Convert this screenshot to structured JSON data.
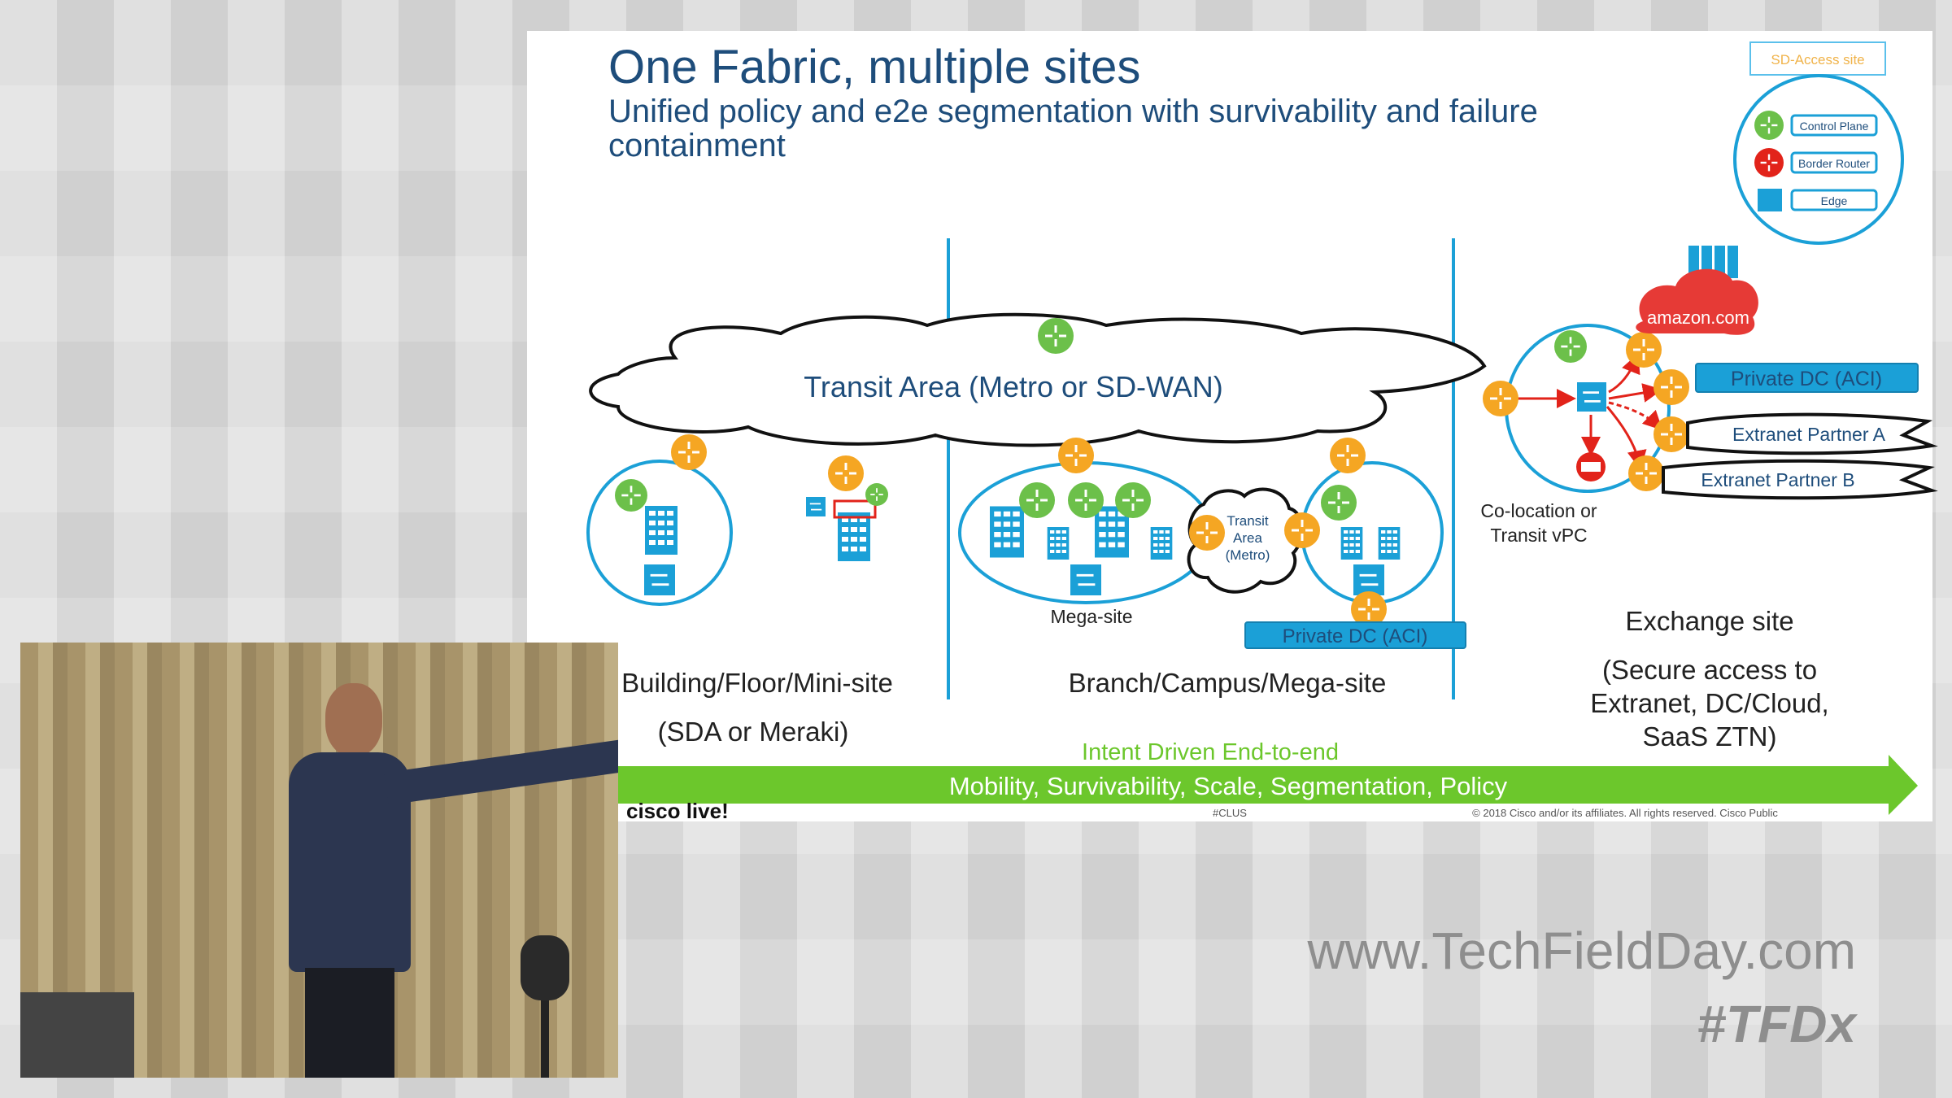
{
  "slide": {
    "title": "One Fabric, multiple sites",
    "subtitle_line1": "Unified policy and e2e segmentation with survivability and failure",
    "subtitle_line2": "containment",
    "legend": {
      "title": "SD-Access site",
      "items": [
        "Control Plane",
        "Border Router",
        "Edge"
      ]
    },
    "transit_area": "Transit Area (Metro or SD-WAN)",
    "transit_metro": [
      "Transit",
      "Area",
      "(Metro)"
    ],
    "mega_site": "Mega-site",
    "private_dc_branch": "Private DC (ACI)",
    "private_dc_exchange": "Private DC (ACI)",
    "extranet_a": "Extranet Partner A",
    "extranet_b": "Extranet Partner B",
    "colocation": [
      "Co-location or",
      "Transit vPC"
    ],
    "cloud_brand": "amazon.com",
    "sections": {
      "building": "Building/Floor/Mini-site",
      "building_sub": "(SDA or Meraki)",
      "branch": "Branch/Campus/Mega-site",
      "exchange": "Exchange site",
      "exchange_sub": [
        "(Secure access to",
        "Extranet, DC/Cloud,",
        "SaaS ZTN)"
      ]
    },
    "intent": "Intent Driven End-to-end",
    "arrow_text": "Mobility, Survivability, Scale, Segmentation, Policy",
    "footer": {
      "logo": "cisco live!",
      "tag": "#CLUS",
      "copyright": "© 2018 Cisco and/or its affiliates. All rights reserved. Cisco Public"
    }
  },
  "watermark": {
    "url": "www.TechFieldDay.com",
    "hashtag": "#TFDx"
  },
  "colors": {
    "cyan": "#1ba0d7",
    "orange": "#f5a623",
    "green": "#6cc04a",
    "red": "#e2231a",
    "arrow": "#6cc72c"
  }
}
